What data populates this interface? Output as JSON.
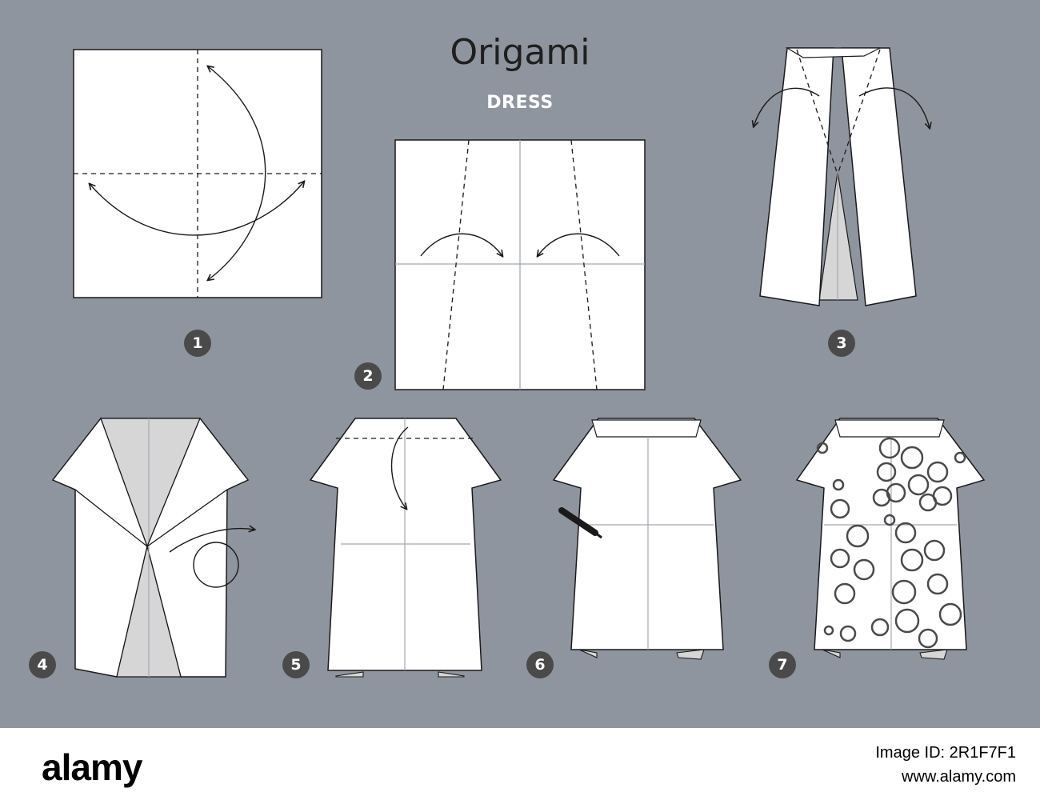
{
  "title": "Origami",
  "subtitle": "DRESS",
  "steps": [
    {
      "number": "1"
    },
    {
      "number": "2"
    },
    {
      "number": "3"
    },
    {
      "number": "4"
    },
    {
      "number": "5"
    },
    {
      "number": "6"
    },
    {
      "number": "7"
    }
  ],
  "footer": {
    "brand": "alamy",
    "image_id": "Image ID: 2R1F7F1",
    "url": "www.alamy.com"
  },
  "colors": {
    "background": "#8f959e",
    "paper": "#ffffff",
    "paper_shade": "#dcdcdc",
    "outline": "#1a1a1a",
    "badge": "#4a4a4a"
  }
}
